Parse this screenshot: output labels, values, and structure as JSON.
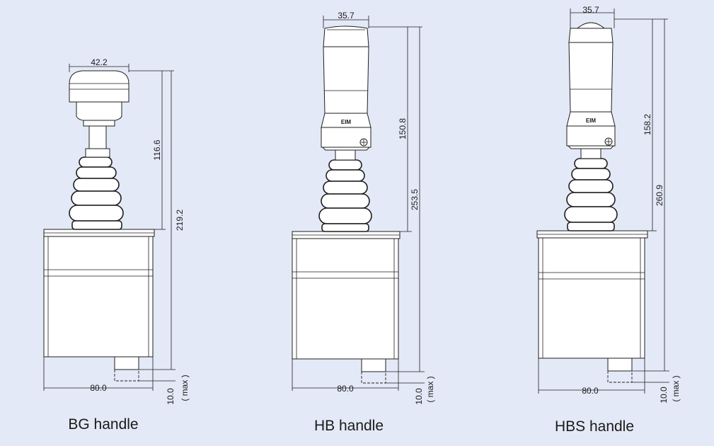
{
  "figures": [
    {
      "id": "bg",
      "caption": "BG handle",
      "top_width": "42.2",
      "handle_height": "116.6",
      "total_height": "219.2",
      "base_width": "80.0",
      "connector_height": "10.0",
      "connector_note": "( max )"
    },
    {
      "id": "hb",
      "caption": "HB handle",
      "top_width": "35.7",
      "handle_height": "150.8",
      "total_height": "253.5",
      "base_width": "80.0",
      "connector_height": "10.0",
      "connector_note": "( max )",
      "brand_mark": "EIM"
    },
    {
      "id": "hbs",
      "caption": "HBS handle",
      "top_width": "35.7",
      "handle_height": "158.2",
      "total_height": "260.9",
      "base_width": "80.0",
      "connector_height": "10.0",
      "connector_note": "( max )",
      "brand_mark": "EIM"
    }
  ]
}
